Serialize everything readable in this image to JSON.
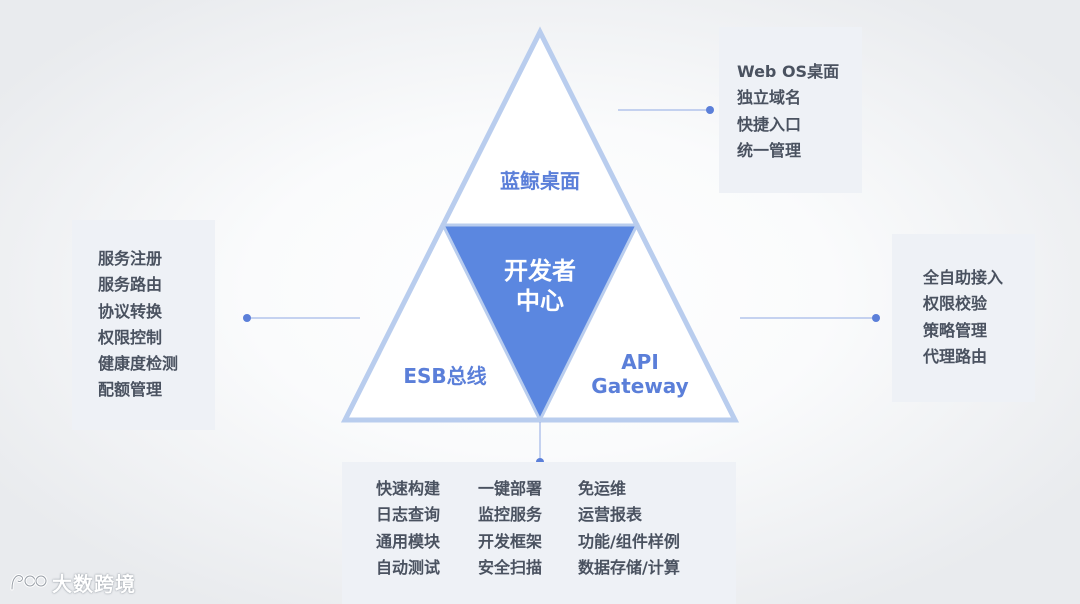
{
  "diagram": {
    "top_section_label": "蓝鲸桌面",
    "center_label_line1": "开发者",
    "center_label_line2": "中心",
    "left_section_label": "ESB总线",
    "right_section_label_line1": "API",
    "right_section_label_line2": "Gateway"
  },
  "boxes": {
    "right_top": [
      "Web OS桌面",
      "独立域名",
      "快捷入口",
      "统一管理"
    ],
    "left": [
      "服务注册",
      "服务路由",
      "协议转换",
      "权限控制",
      "健康度检测",
      "配额管理"
    ],
    "right": [
      "全自助接入",
      "权限校验",
      "策略管理",
      "代理路由"
    ],
    "bottom": [
      [
        "快速构建",
        "日志查询",
        "通用模块",
        "自动测试"
      ],
      [
        "一键部署",
        "监控服务",
        "开发框架",
        "安全扫描"
      ],
      [
        "免运维",
        "运营报表",
        "功能/组件样例",
        "数据存储/计算"
      ]
    ]
  },
  "watermark": {
    "text": "大数跨境"
  },
  "colors": {
    "accent": "#5b87e0",
    "label_blue": "#5b7fd9",
    "triangle_outline": "#b9cdee",
    "box_bg": "#eef1f6",
    "text_gray": "#4a5260"
  }
}
